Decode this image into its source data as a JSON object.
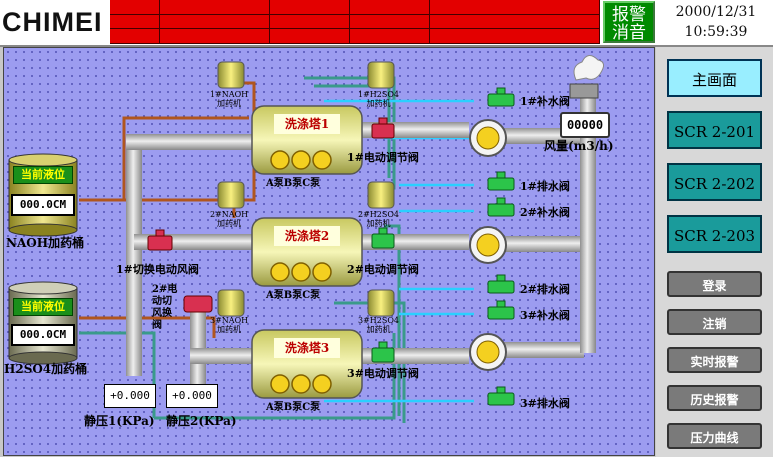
{
  "header": {
    "logo": "CHIMEI",
    "ack_button": "报警消音",
    "date": "2000/12/31",
    "time": "10:59:39"
  },
  "sidebar": {
    "home": "主画面",
    "scr1": "SCR 2-201",
    "scr2": "SCR 2-202",
    "scr3": "SCR 2-203",
    "login": "登录",
    "logout": "注销",
    "realtime_alarm": "实时报警",
    "history_alarm": "历史报警",
    "pressure_curve": "压力曲线"
  },
  "tanks": {
    "naoh_title": "当前液位",
    "naoh_value": "000.0CM",
    "naoh_name": "NAOH加药桶",
    "h2so4_title": "当前液位",
    "h2so4_value": "000.0CM",
    "h2so4_name": "H2SO4加药桶"
  },
  "towers": {
    "t1": "洗涤塔1",
    "t2": "洗涤塔2",
    "t3": "洗涤塔3",
    "pump_label": "A泵B泵C泵"
  },
  "dosers": {
    "naoh1": "1#NAOH\n加药机",
    "h2so41": "1#H2SO4\n加药机",
    "naoh2": "2#NAOH\n加药机",
    "h2so42": "2#H2SO4\n加药机",
    "naoh3": "3#NAOH\n加药机",
    "h2so43": "3#H2SO4\n加药机"
  },
  "valves": {
    "v1_reg": "1#电动调节阀",
    "v2_reg": "2#电动调节阀",
    "v3_reg": "3#电动调节阀",
    "v1_fill": "1#补水阀",
    "v1_drain": "1#排水阀",
    "v2_fill": "2#补水阀",
    "v2_drain": "2#排水阀",
    "v3_fill": "3#补水阀",
    "v3_drain": "3#排水阀",
    "switch1": "1#切换电动风阀",
    "switch2": "2#电动切风换阀"
  },
  "flow": {
    "value": "00000",
    "label": "风量(m3/h)"
  },
  "pressure": {
    "p1_value": "+0.000",
    "p2_value": "+0.000",
    "p1_label": "静压1(KPa)",
    "p2_label": "静压2(KPa)"
  },
  "colors": {
    "alarm_red": "#e30000",
    "ack_green": "#008a00",
    "canvas_blue": "#9c9cf0",
    "pipe_gray": "#b8b8b8",
    "caustic_pipe": "#b0561e",
    "acid_pipe": "#3a9a8a",
    "water_line": "#2ad0ff"
  }
}
